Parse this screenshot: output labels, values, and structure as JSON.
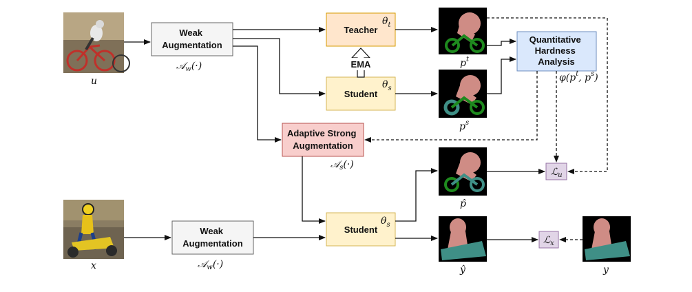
{
  "nodes": {
    "weak_aug_top": "Weak\nAugmentation",
    "weak_aug_bottom": "Weak\nAugmentation",
    "teacher": "Teacher",
    "student_top": "Student",
    "student_bottom": "Student",
    "ema": "EMA",
    "qha": "Quantitative\nHardness\nAnalysis",
    "asa": "Adaptive Strong\nAugmentation"
  },
  "math": {
    "aw_top": "𝒜w(·)",
    "aw_bottom": "𝒜w(·)",
    "as": "𝒜s(·)",
    "theta_t": "θt",
    "theta_s_top": "θs",
    "theta_s_bottom": "θs",
    "u": "u",
    "x": "x",
    "p_t": "pt",
    "p_s": "ps",
    "p_hat": "p̂",
    "y_hat": "ŷ",
    "y": "y",
    "phi": "φ(pt, ps)",
    "L_u": "ℒu",
    "L_x": "ℒx"
  },
  "colors": {
    "weak_aug_fill": "#f5f5f5",
    "weak_aug_stroke": "#666666",
    "teacher_fill": "#ffe6cc",
    "teacher_stroke": "#d79b00",
    "student_fill": "#fff2cc",
    "student_stroke": "#d6b656",
    "qha_fill": "#dae8fc",
    "qha_stroke": "#6c8ebf",
    "asa_fill": "#f8cecc",
    "asa_stroke": "#b85450",
    "loss_fill": "#e1d5e7",
    "loss_stroke": "#9673a6",
    "mask_person": "#cf8c85",
    "mask_bike_green": "#1e8a1e",
    "mask_bike_teal": "#3f8f86"
  }
}
